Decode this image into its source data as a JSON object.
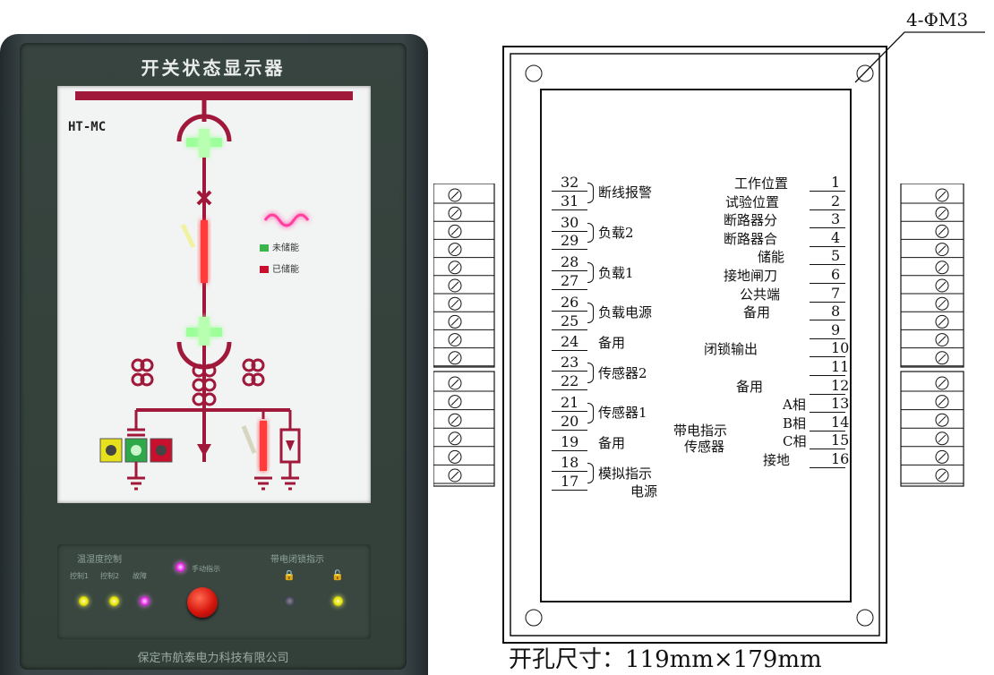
{
  "device": {
    "title": "开关状态显示器",
    "model": "HT-MC",
    "legend": [
      {
        "label": "未储能",
        "color": "#39b54a"
      },
      {
        "label": "已储能",
        "color": "#c8102e"
      }
    ],
    "controls": {
      "humidity_group": "温湿度控制",
      "humidity_sub": [
        "控制1",
        "控制2",
        "故障"
      ],
      "manual_label": "手动指示",
      "lock_group": "带电闭锁指示"
    },
    "company": "保定市航泰电力科技有限公司",
    "colors": {
      "mimic": "#a0183a",
      "glow_green": "#8cff8a",
      "glow_red": "#ff2a2a"
    }
  },
  "schematic": {
    "hole_label": "4-ΦM3",
    "cutout_label": "开孔尺寸：119mm×179mm",
    "left_terminals": [
      {
        "pins": [
          "32",
          "31"
        ],
        "label": "断线报警"
      },
      {
        "pins": [
          "30",
          "29"
        ],
        "label": "负载2"
      },
      {
        "pins": [
          "28",
          "27"
        ],
        "label": "负载1"
      },
      {
        "pins": [
          "26",
          "25"
        ],
        "label": "负载电源"
      },
      {
        "pins": [
          "24"
        ],
        "label": "备用"
      },
      {
        "pins": [
          "23",
          "22"
        ],
        "label": "传感器2"
      },
      {
        "pins": [
          "21",
          "20"
        ],
        "label": "传感器1"
      },
      {
        "pins": [
          "19"
        ],
        "label": "备用"
      },
      {
        "pins": [
          "18",
          "17"
        ],
        "label": "模拟指示",
        "label2": "电源"
      }
    ],
    "right_terminals": [
      {
        "pin": "1",
        "label": "工作位置"
      },
      {
        "pin": "2",
        "label": "试验位置"
      },
      {
        "pin": "3",
        "label": "断路器分"
      },
      {
        "pin": "4",
        "label": "断路器合"
      },
      {
        "pin": "5",
        "label": "储能"
      },
      {
        "pin": "6",
        "label": "接地闸刀"
      },
      {
        "pin": "7",
        "label": "公共端"
      },
      {
        "pin": "8",
        "label": "备用"
      },
      {
        "pin": "9",
        "label": ""
      },
      {
        "pin": "10",
        "label": "闭锁输出"
      },
      {
        "pin": "11",
        "label": ""
      },
      {
        "pin": "12",
        "label": "备用"
      },
      {
        "pin": "13",
        "label": "A相"
      },
      {
        "pin": "14",
        "label": "B相"
      },
      {
        "pin": "15",
        "label": "C相"
      },
      {
        "pin": "16",
        "label": "接地"
      }
    ],
    "sensor_group_label": [
      "带电指示",
      "传感器"
    ]
  }
}
